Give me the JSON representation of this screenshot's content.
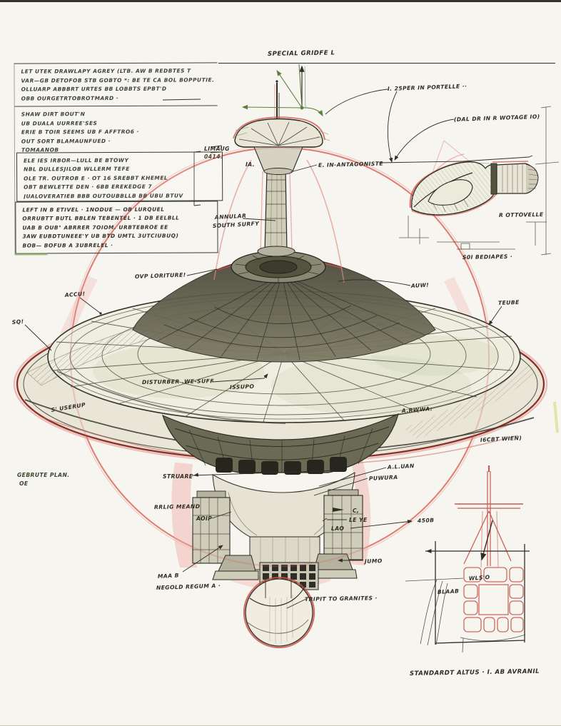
{
  "colors": {
    "paper": "#f7f5f0",
    "ink": "#2f2e27",
    "olive": "#4a4a3a",
    "red_outline": "#b8392e",
    "salmon": "#e08a80",
    "pink_shading": "#f2b8b2",
    "green_accent": "#5d7f3f"
  },
  "notes": {
    "paragraphs": [
      {
        "lines": [
          "LET UTEK DRAWLAPY AGREY (LTB. AW B REDBTES T",
          "VAR—GB DETOFOB STB GOBTO *: BE TE CA BOL BOPPUTIE.",
          "OLLUARP ABBBRT URTES BB LOBBTS EPBT'D",
          "OBB OURGETRTOBROTMARD ·"
        ]
      },
      {
        "lines": [
          "SHAW DIRT BOUT'N",
          "UB DUALA UURREE'SES",
          "ERIE B TOIR SEEMS UB F AFFTRO6 ·",
          "OUT SORT BLAMAUNFUED ·",
          "TOMAANOB"
        ]
      },
      {
        "lines": [
          "ELE IES IRBOR—LULL BE BTOWY",
          "NBL DULLESJILOB WLLERM TEFE",
          "OLE TR. OUTROB E · OT 16 SREBBT KHEMEL",
          "OBT BEWLETTE DEN · 6BB EREKEDGE 7",
          "JUALOVERATIEB BBB OUTOUBBLLB BB UBU BTUV"
        ]
      },
      {
        "lines": [
          "LEFT IN B ETIVEL · 1NODUE — OB LURQUEL",
          "ORRUBTT BUTL BBLEN TEBENTEL · 1 DB EELBLL",
          "UAB B OUB° ABRRER 7OIOM. URBTEBROE EE",
          "3AW EUBDTUNEEE'Y UB BTD UMTL 3UTCIUBUQ)",
          "BOB— BOFUB A 3UBRELEL ·"
        ]
      }
    ]
  },
  "labels": {
    "special_gride": "SPECIAL GRIDFE L",
    "porthole": "I. 25PER IN PORTELLE ··",
    "wotage": "(DAL DR IN R WOTAGE IO)",
    "ottovelle": "R OTTOVELLE",
    "bediapes": "S0I BEDIAPES ·",
    "limaug_1": "LIMAUG",
    "limaug_2": "0414.",
    "ia": "IA.",
    "antagoniste": "E. IN-ANTAGONISTE",
    "annular_1": "ANNULAR",
    "annular_2": "SOUTH SURFY",
    "ovp": "OVP LORITURE!",
    "accu": "ACCU!",
    "sq": "SQ!",
    "auw": "AUW!",
    "teube": "TEUBE",
    "disturber": "DISTURBER .WE-SUFF",
    "issupo": "ISSUPO",
    "userup": "S' USERUP",
    "arww": "A.RWWA:",
    "icbt": "I6CBT WIEN)",
    "gebrute_1": "GEBRUTE PLAN.",
    "gebrute_2": "OE",
    "struare": "STRUARE",
    "aluan": "A.L.UAN",
    "puwura": "PUWURA",
    "rrlig": "RRLIG MEAND",
    "aoip": "AOIP",
    "c_mark": "C,",
    "leye": "LE YE",
    "lao": "LAO",
    "b450": "450B",
    "jumo": "JUMO",
    "maab": "MAA B",
    "negold": "NEGOLD REGUM A ·",
    "tripit": "TRIPIT TO GRANITES ·",
    "blaab": "BLAAB",
    "wlso": "WLS'O",
    "standardt": "STANDARDT ALTUS · I. AB AVRANIL"
  }
}
